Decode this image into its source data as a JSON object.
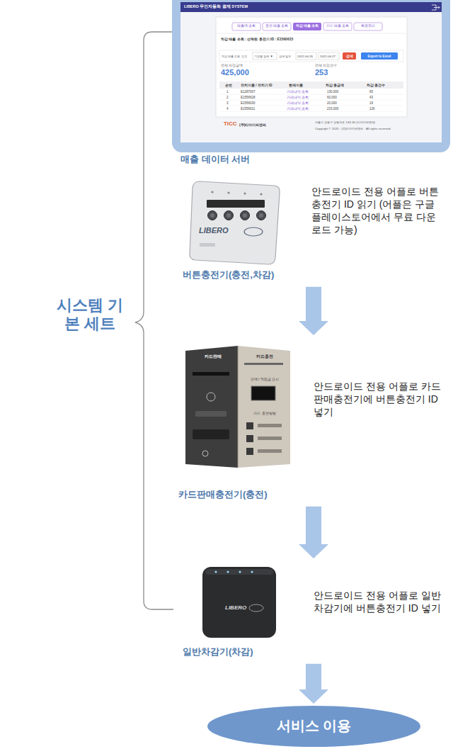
{
  "diagram": {
    "nodes": [
      {
        "text": [
          "매출 데이터 서버"
        ]
      },
      {
        "text": [
          "버튼충전기(충전,차감)",
          "안드로이드 전용 어플로 버튼충전기 ID 읽기 (어플은 구글 플레이스토어에서 무료 다운로드 가능)"
        ]
      },
      {
        "text": [
          "카드판매충전기(충전)",
          "안드로이드 전용 어플로 카드판매충전기에 버튼충전기 ID 넣기"
        ]
      },
      {
        "text": [
          "일반차감기(차감)",
          "안드로이드 전용 어플로 일반차감기에 버튼충전기 ID 넣기"
        ]
      },
      {
        "text": [
          "서비스 이용"
        ]
      }
    ],
    "edges": [
      {
        "from": 1,
        "to": 2,
        "arrow": "to"
      },
      {
        "from": 2,
        "to": 3,
        "arrow": "to"
      },
      {
        "from": 3,
        "to": 4,
        "arrow": "to"
      }
    ],
    "labels": [
      "시스템 기본 세트",
      "LIBERO 무인자동화 결제 SYSTEM",
      "매출액 조회",
      "충전 매출 조회",
      "차감 매출 조회",
      "카드 매출 조회",
      "회원관리",
      "차감 매출 조회 : 선택된 충전기 ID : E1560615",
      "차감 매출 조회 조건",
      "기간별 검색 ▼",
      "검색 일자",
      "2022-04-26",
      "2022-04-27",
      "검색",
      "Export to Excel",
      "전체 차감금액",
      "425,000",
      "전체 차감건수",
      "253",
      "순번",
      "위치이름 / 위치기 ID",
      "현재이름",
      "차감 총금액",
      "차감 총건수",
      "1",
      "E1287007",
      "거래내역 조회",
      "130,000",
      "65",
      "2",
      "E1556628",
      "거래내역 조회",
      "60,000",
      "43",
      "3",
      "E1556030",
      "거래내역 조회",
      "20,000",
      "19",
      "4",
      "E1556611",
      "거래내역 조회",
      "215,000",
      "126",
      "TiCC",
      "(주)티아이씨엔씨",
      "서울시 강동구 강동대로 143-40 (티아이씨엔씨)",
      "Copyright © 2020 · (주)티아이씨엔씨 · All rights reserved.",
      "LIBERO",
      "카드판매",
      "카드충전",
      "잔액 / 적립금 표시",
      "카드 충전방법",
      "LIBERO"
    ]
  }
}
